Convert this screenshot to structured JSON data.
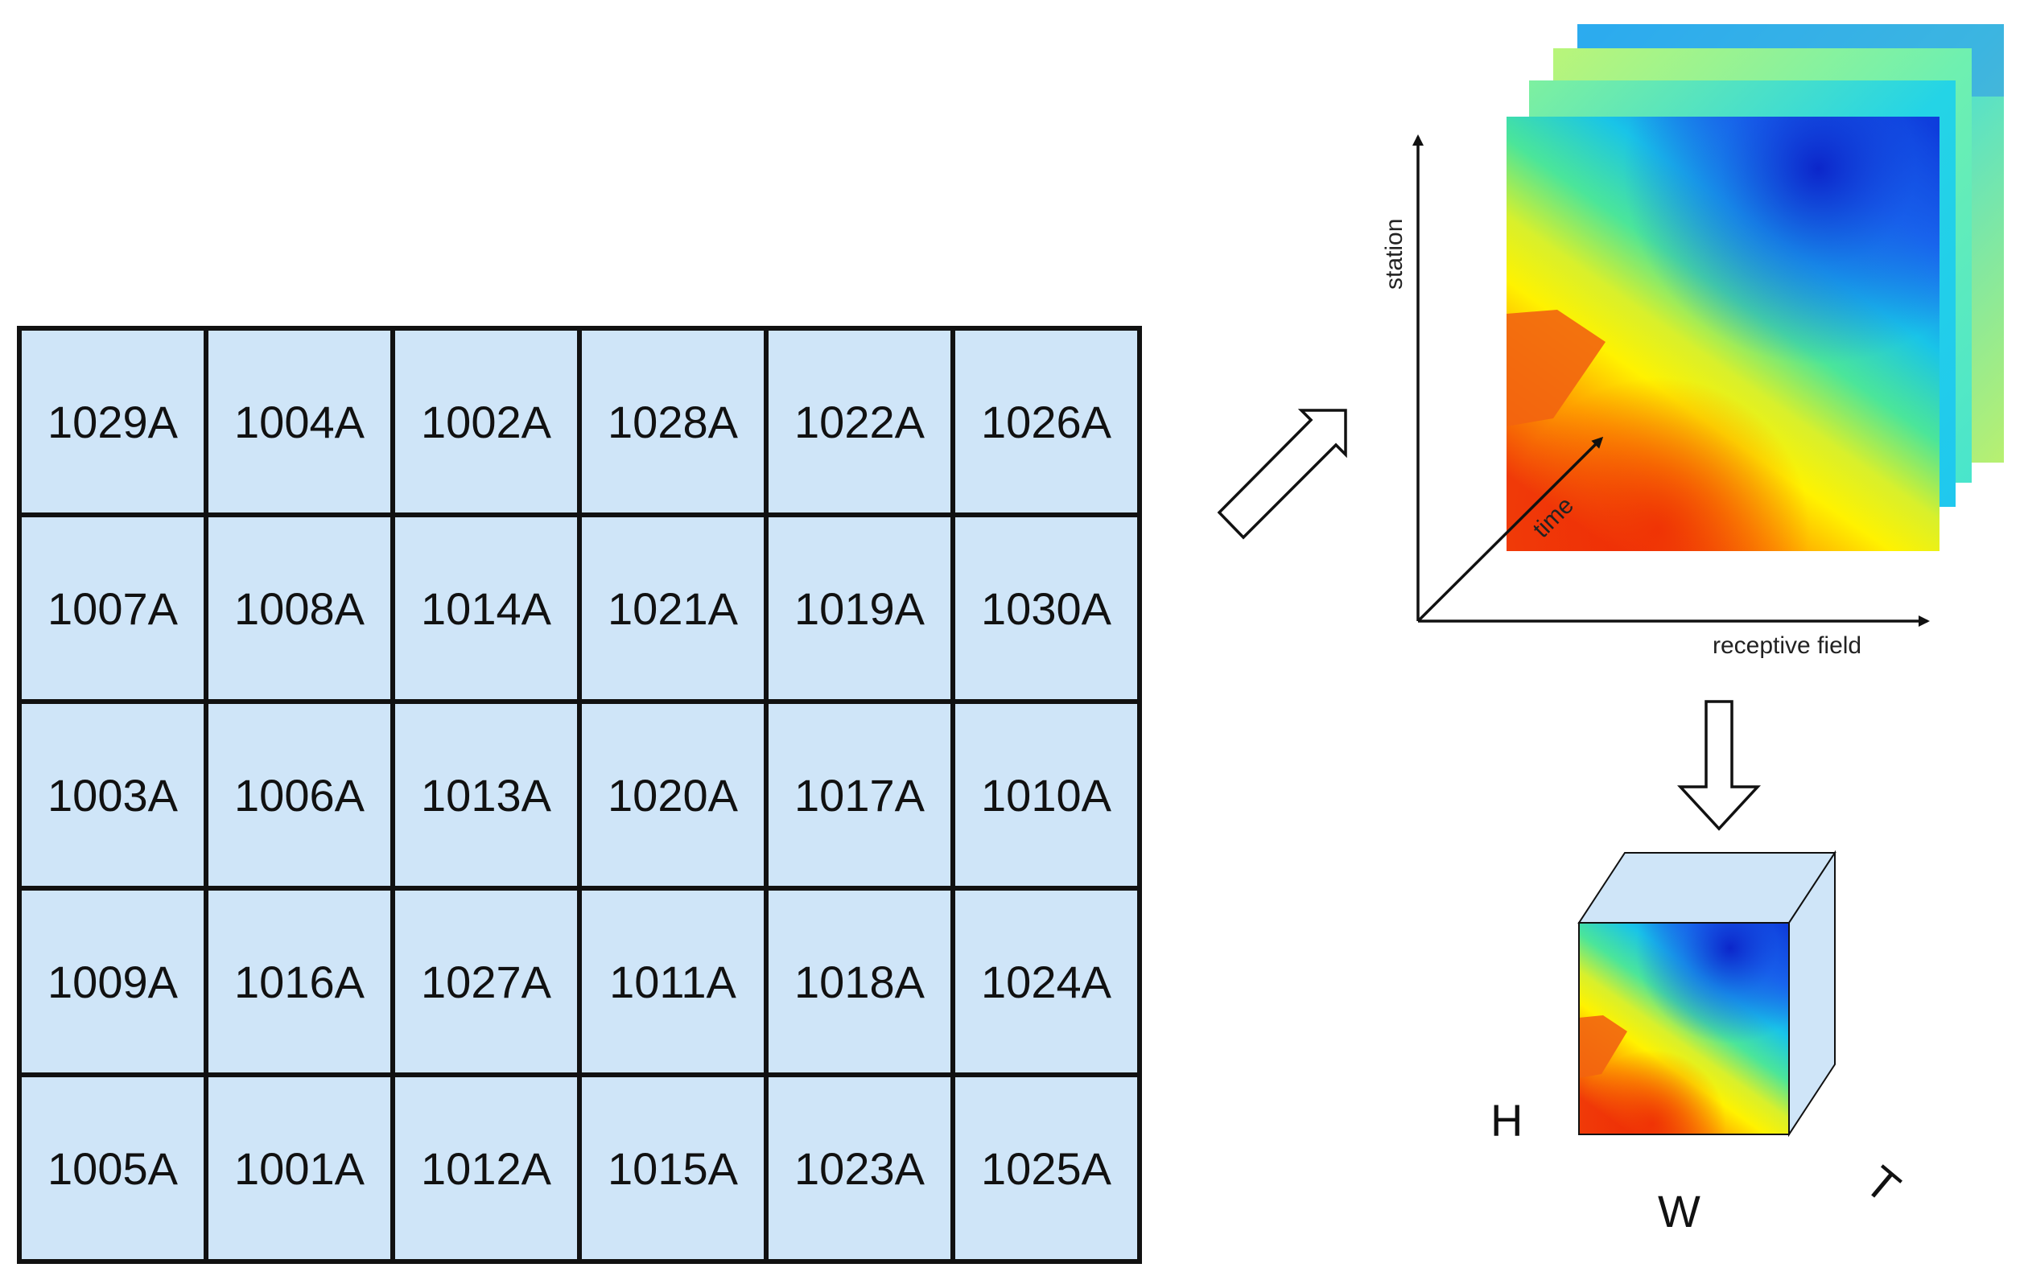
{
  "station_grid": {
    "rows": [
      [
        "1029A",
        "1004A",
        "1002A",
        "1028A",
        "1022A",
        "1026A"
      ],
      [
        "1007A",
        "1008A",
        "1014A",
        "1021A",
        "1019A",
        "1030A"
      ],
      [
        "1003A",
        "1006A",
        "1013A",
        "1020A",
        "1017A",
        "1010A"
      ],
      [
        "1009A",
        "1016A",
        "1027A",
        "1011A",
        "1018A",
        "1024A"
      ],
      [
        "1005A",
        "1001A",
        "1012A",
        "1015A",
        "1023A",
        "1025A"
      ]
    ]
  },
  "feature_stack": {
    "axis_station": "station",
    "axis_time": "time",
    "axis_receptive_field": "receptive field"
  },
  "cube": {
    "label_h": "H",
    "label_w": "W",
    "label_t": "T"
  },
  "colors": {
    "cell_fill": "#cfe5f8",
    "cube_face": "#cfe5f8",
    "line": "#111111"
  }
}
